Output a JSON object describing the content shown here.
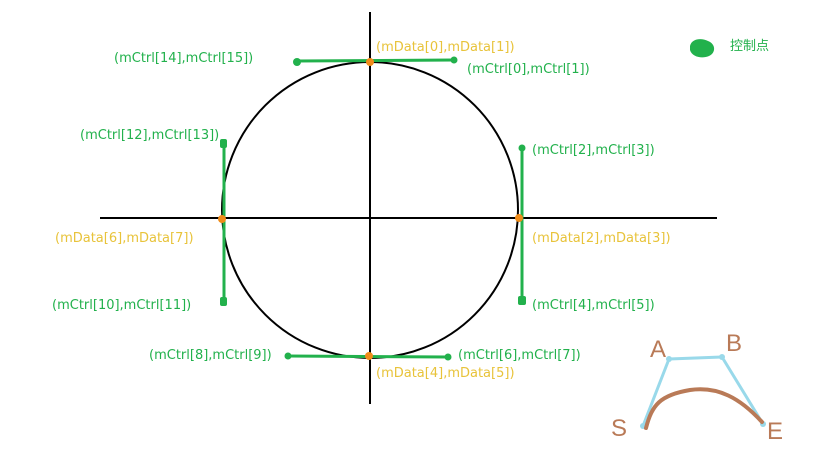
{
  "labels": {
    "ctrl_14_15": "(mCtrl[14],mCtrl[15])",
    "data_0_1": "(mData[0],mData[1])",
    "ctrl_0_1": "(mCtrl[0],mCtrl[1])",
    "ctrl_12_13": "(mCtrl[12],mCtrl[13])",
    "ctrl_2_3": "(mCtrl[2],mCtrl[3])",
    "data_6_7": "(mData[6],mData[7])",
    "data_2_3": "(mData[2],mData[3])",
    "ctrl_10_11": "(mCtrl[10],mCtrl[11])",
    "ctrl_4_5": "(mCtrl[4],mCtrl[5])",
    "ctrl_8_9": "(mCtrl[8],mCtrl[9])",
    "ctrl_6_7": "(mCtrl[6],mCtrl[7])",
    "data_4_5": "(mData[4],mData[5])"
  },
  "legend": {
    "text": "控制点",
    "icon": "green-blob-icon"
  },
  "bezier_letters": {
    "a": "A",
    "b": "B",
    "s": "S",
    "e": "E"
  },
  "colors": {
    "axis": "#000000",
    "circle": "#000000",
    "control": "#22b14c",
    "data_point": "#f08c1a",
    "data_label": "#e8c33a",
    "bezier_hull": "#99d9ea",
    "bezier_curve": "#b97a57"
  }
}
